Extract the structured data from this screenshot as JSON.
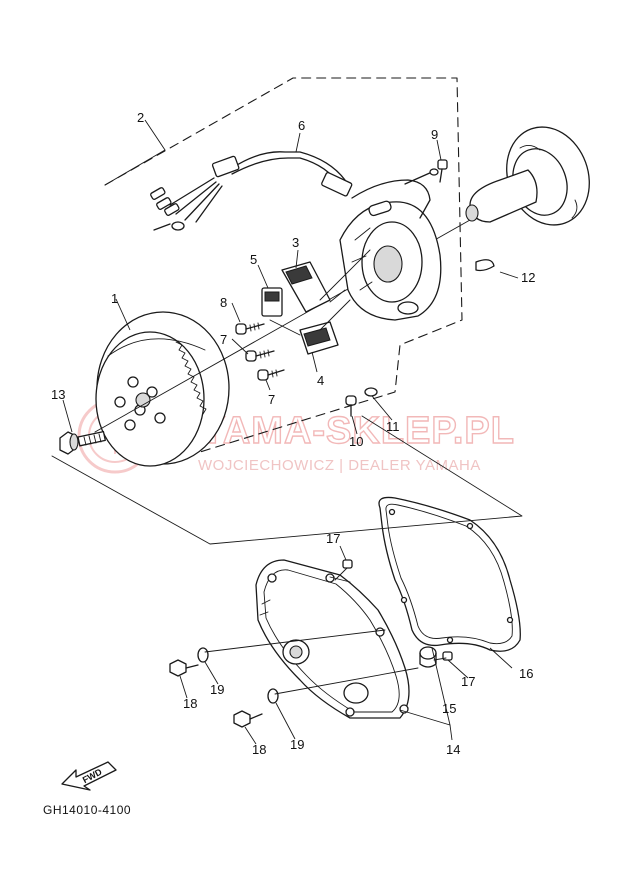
{
  "callouts": [
    {
      "id": "c1",
      "label": "1"
    },
    {
      "id": "c2",
      "label": "2"
    },
    {
      "id": "c3",
      "label": "3"
    },
    {
      "id": "c4",
      "label": "4"
    },
    {
      "id": "c5",
      "label": "5"
    },
    {
      "id": "c6",
      "label": "6"
    },
    {
      "id": "c7a",
      "label": "7"
    },
    {
      "id": "c7b",
      "label": "7"
    },
    {
      "id": "c8",
      "label": "8"
    },
    {
      "id": "c9",
      "label": "9"
    },
    {
      "id": "c10",
      "label": "10"
    },
    {
      "id": "c11",
      "label": "11"
    },
    {
      "id": "c12",
      "label": "12"
    },
    {
      "id": "c13",
      "label": "13"
    },
    {
      "id": "c14",
      "label": "14"
    },
    {
      "id": "c15",
      "label": "15"
    },
    {
      "id": "c16",
      "label": "16"
    },
    {
      "id": "c17a",
      "label": "17"
    },
    {
      "id": "c17b",
      "label": "17"
    },
    {
      "id": "c18a",
      "label": "18"
    },
    {
      "id": "c18b",
      "label": "18"
    },
    {
      "id": "c19a",
      "label": "19"
    },
    {
      "id": "c19b",
      "label": "19"
    }
  ],
  "watermark": {
    "brand": "YAMA-SKLEP.PL",
    "dealer": "WOJCIECHOWICZ | DEALER YAMAHA"
  },
  "fwd_label": "FWD",
  "diagram_code": "GH14010-4100",
  "colors": {
    "ink": "#1a1a1a",
    "watermark": "#f2b8b8"
  }
}
